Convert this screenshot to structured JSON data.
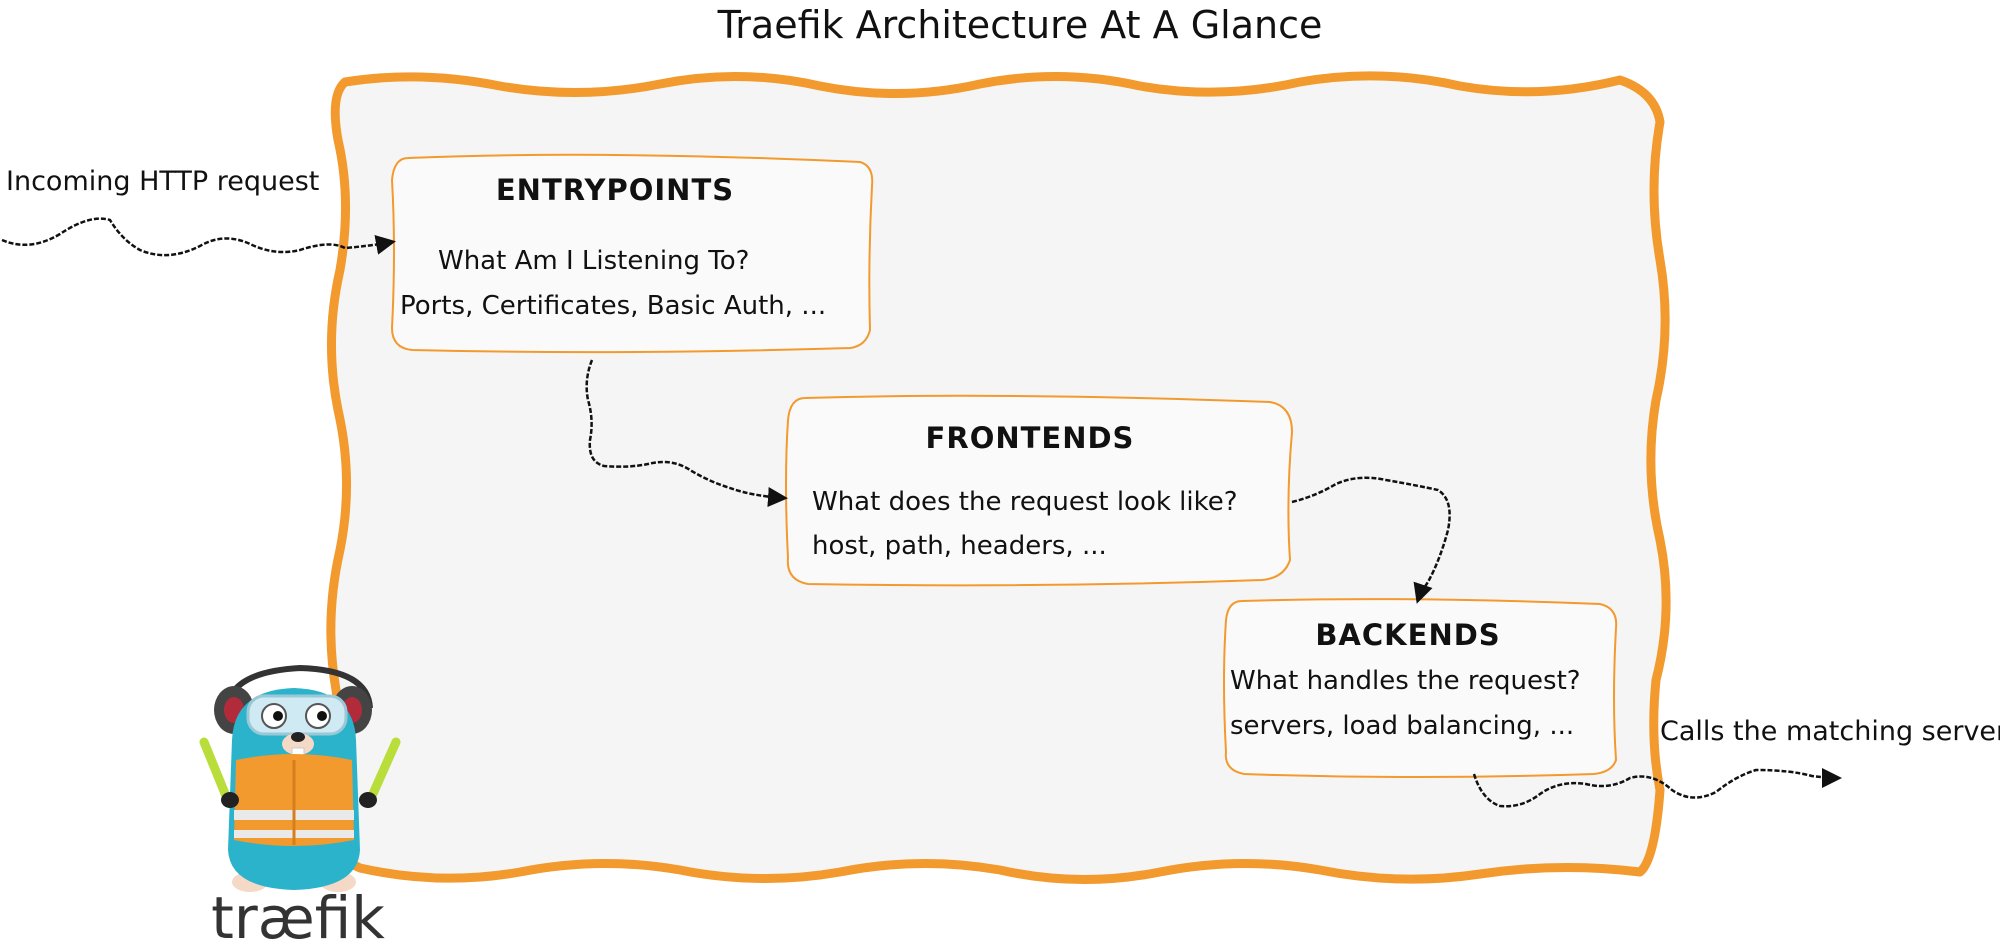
{
  "diagram": {
    "title": "Traefik Architecture At A Glance",
    "incoming_label": "Incoming HTTP request",
    "outgoing_label": "Calls the matching server",
    "entrypoints": {
      "heading": "ENTRYPOINTS",
      "question": "What Am I Listening To?",
      "examples": "Ports, Certificates, Basic Auth, ..."
    },
    "frontends": {
      "heading": "FRONTENDS",
      "question": "What does the request look like?",
      "examples": "host, path, headers, ..."
    },
    "backends": {
      "heading": "BACKENDS",
      "question": "What handles the request?",
      "examples": "servers, load balancing, ..."
    },
    "logo": {
      "text": "træfik",
      "icon": "gopher-mascot-icon"
    },
    "colors": {
      "accent": "#F29A2E",
      "panel": "#F5F5F5",
      "box": "#FAFAFA",
      "ink": "#111111",
      "gopher": "#2BB3CC"
    }
  }
}
